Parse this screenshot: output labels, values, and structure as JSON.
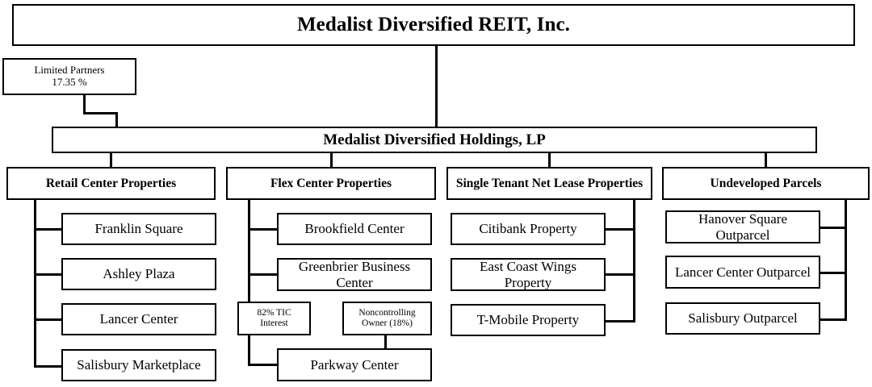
{
  "diagram": {
    "title": "Medalist Diversified REIT, Inc. organizational structure",
    "root": {
      "label": "Medalist Diversified REIT, Inc."
    },
    "limited_partners": {
      "label": "Limited Partners",
      "percent": "17.35 %"
    },
    "holdings": {
      "label": "Medalist Diversified Holdings, LP"
    },
    "categories": [
      {
        "label": "Retail Center Properties",
        "children": [
          {
            "label": "Franklin Square"
          },
          {
            "label": "Ashley Plaza"
          },
          {
            "label": "Lancer Center"
          },
          {
            "label": "Salisbury Marketplace"
          }
        ]
      },
      {
        "label": "Flex Center Properties",
        "children": [
          {
            "label": "Brookfield Center"
          },
          {
            "label": "Greenbrier Business Center"
          }
        ],
        "tic": {
          "label": "82% TIC Interest"
        },
        "noncontrolling": {
          "label": "Noncontrolling Owner (18%)"
        },
        "joint_property": {
          "label": "Parkway Center"
        }
      },
      {
        "label": "Single Tenant Net Lease Properties",
        "children": [
          {
            "label": "Citibank Property"
          },
          {
            "label": "East Coast Wings Property"
          },
          {
            "label": "T-Mobile Property"
          }
        ]
      },
      {
        "label": "Undeveloped Parcels",
        "children": [
          {
            "label": "Hanover Square Outparcel"
          },
          {
            "label": "Lancer Center Outparcel"
          },
          {
            "label": "Salisbury Outparcel"
          }
        ]
      }
    ],
    "colors": {
      "line": "#000000",
      "box_fill": "#ffffff",
      "text": "#000000"
    }
  }
}
